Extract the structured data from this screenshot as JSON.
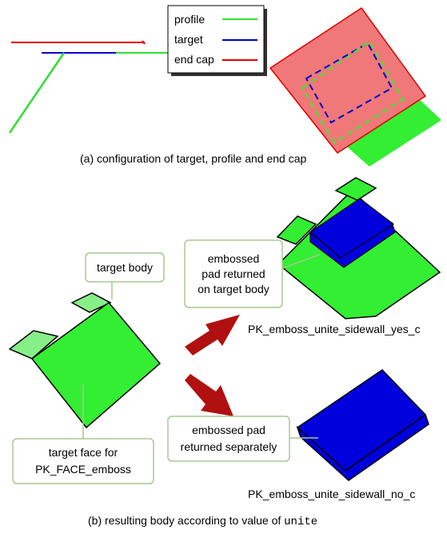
{
  "legend": {
    "items": [
      {
        "label": "profile",
        "color": "#33dd33"
      },
      {
        "label": "target",
        "color": "#0000cc"
      },
      {
        "label": "end cap",
        "color": "#dd0000"
      }
    ]
  },
  "captions": {
    "a": "(a) configuration of target, profile and end cap",
    "b_text": "(b) resulting body according to value of ",
    "b_code": "unite"
  },
  "callouts": {
    "target_body": "target body",
    "embossed_on_target": [
      "embossed",
      "pad returned",
      "on target body"
    ],
    "target_face": [
      "target face for",
      "PK_FACE_emboss"
    ],
    "embossed_separate": [
      "embossed pad",
      "returned separately"
    ]
  },
  "result_labels": {
    "yes": "PK_emboss_unite_sidewall_yes_c",
    "no": "PK_emboss_unite_sidewall_no_c"
  },
  "colors": {
    "green": "#33ee33",
    "green_light": "#88ee88",
    "blue": "#0000dd",
    "red_cap": "#f07878",
    "red_line": "#dd0000",
    "arrow": "#b01010",
    "callout_border": "#a8c890"
  }
}
